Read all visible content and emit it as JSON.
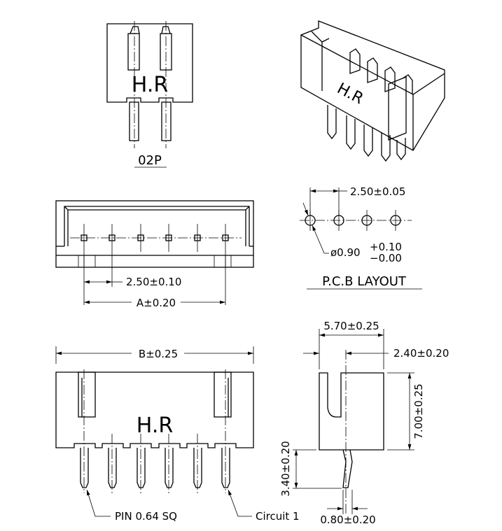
{
  "top_view": {
    "label": "02P",
    "logo": "H.R"
  },
  "iso_view": {
    "logo": "H.R"
  },
  "front_view": {
    "pitch_dim": "2.50±0.10",
    "overall_dim": "A±0.20"
  },
  "pcb_layout": {
    "title": "P.C.B LAYOUT",
    "pitch_dim": "2.50±0.05",
    "hole_dim": "ø0.90",
    "tol_plus": "+0.10",
    "tol_minus": "−0.00"
  },
  "bottom_view": {
    "overall_dim": "B±0.25",
    "logo": "H.R",
    "pin_label": "PIN  0.64  SQ",
    "circuit_label": "Circuit  1"
  },
  "side_view": {
    "width_dim": "5.70±0.25",
    "offset_dim": "2.40±0.20",
    "height_dim": "7.00±0.25",
    "pin_len_dim": "3.40±0.20",
    "pin_off_dim": "0.80±0.20"
  }
}
